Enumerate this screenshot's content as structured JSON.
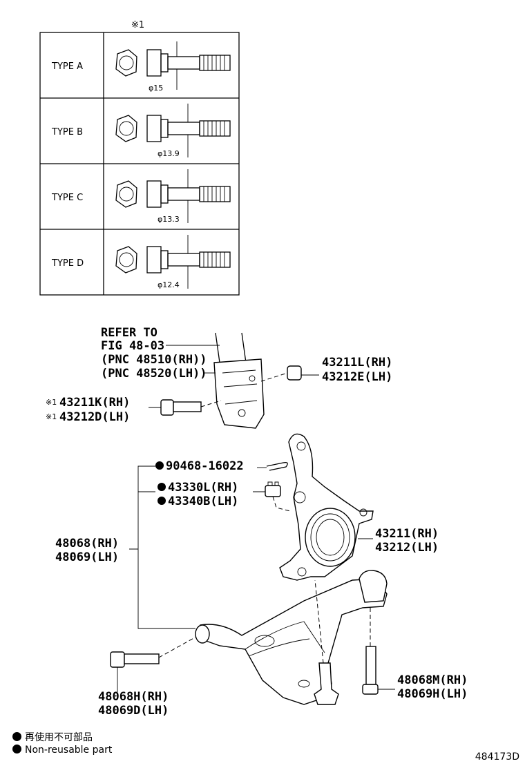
{
  "table": {
    "header_mark": "※1",
    "rows": [
      {
        "type": "TYPE  A",
        "diameter": "φ15"
      },
      {
        "type": "TYPE  B",
        "diameter": "φ13.9"
      },
      {
        "type": "TYPE  C",
        "diameter": "φ13.3"
      },
      {
        "type": "TYPE  D",
        "diameter": "φ12.4"
      }
    ]
  },
  "callouts": {
    "refer": [
      "REFER TO",
      "FIG 48-03",
      "(PNC 48510(RH))",
      "(PNC 48520(LH))"
    ],
    "nut_top": [
      "43211L(RH)",
      "43212E(LH)"
    ],
    "bolt_strut": {
      "mark": "※1",
      "lines": [
        "43211K(RH)",
        "43212D(LH)"
      ]
    },
    "cotter_pin": "90468-16022",
    "castle_nut": [
      "43330L(RH)",
      "43340B(LH)"
    ],
    "arm_assy": [
      "48068(RH)",
      "48069(LH)"
    ],
    "knuckle": [
      "43211(RH)",
      "43212(LH)"
    ],
    "bolt_right": [
      "48068M(RH)",
      "48069H(LH)"
    ],
    "bolt_left": [
      "48068H(RH)",
      "48069D(LH)"
    ]
  },
  "legend": {
    "jp": "再使用不可部品",
    "en": "Non-reusable part"
  },
  "figure_id": "484173D"
}
